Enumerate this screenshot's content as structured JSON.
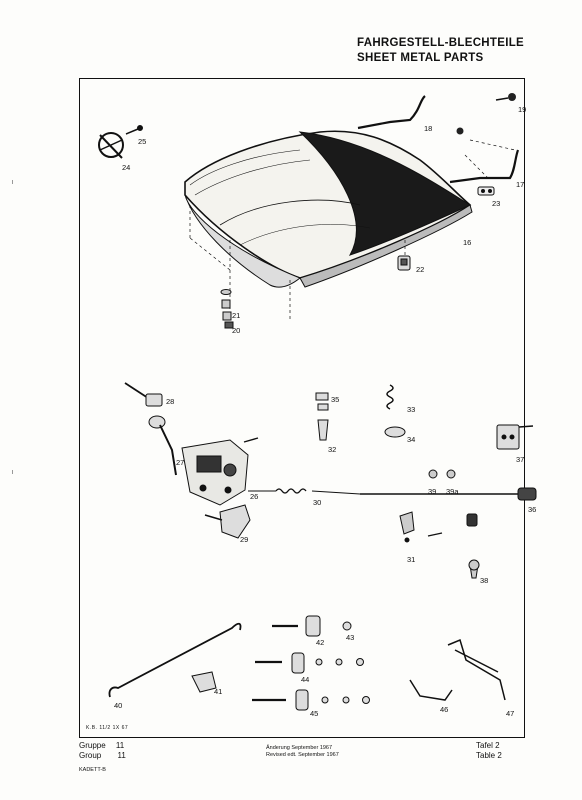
{
  "header": {
    "title_de": "FAHRGESTELL-BLECHTEILE",
    "title_en": "SHEET METAL PARTS"
  },
  "diagram": {
    "callouts": [
      "16",
      "17",
      "18",
      "19",
      "20",
      "21",
      "22",
      "23",
      "24",
      "25",
      "26",
      "27",
      "28",
      "29",
      "30",
      "31",
      "32",
      "33",
      "34",
      "35",
      "36",
      "37",
      "38",
      "39",
      "39a",
      "40",
      "41",
      "42",
      "43",
      "44",
      "45",
      "46",
      "47"
    ],
    "plate_code": "K.B. 11/2 1X 67"
  },
  "footer": {
    "group_de": "Gruppe",
    "group_en": "Group",
    "group_number": "11",
    "model": "KADETT-B",
    "revision_de": "Änderung September 1967",
    "revision_en": "Revised edt. September 1967",
    "table_de": "Tafel 2",
    "table_en": "Table 2"
  }
}
